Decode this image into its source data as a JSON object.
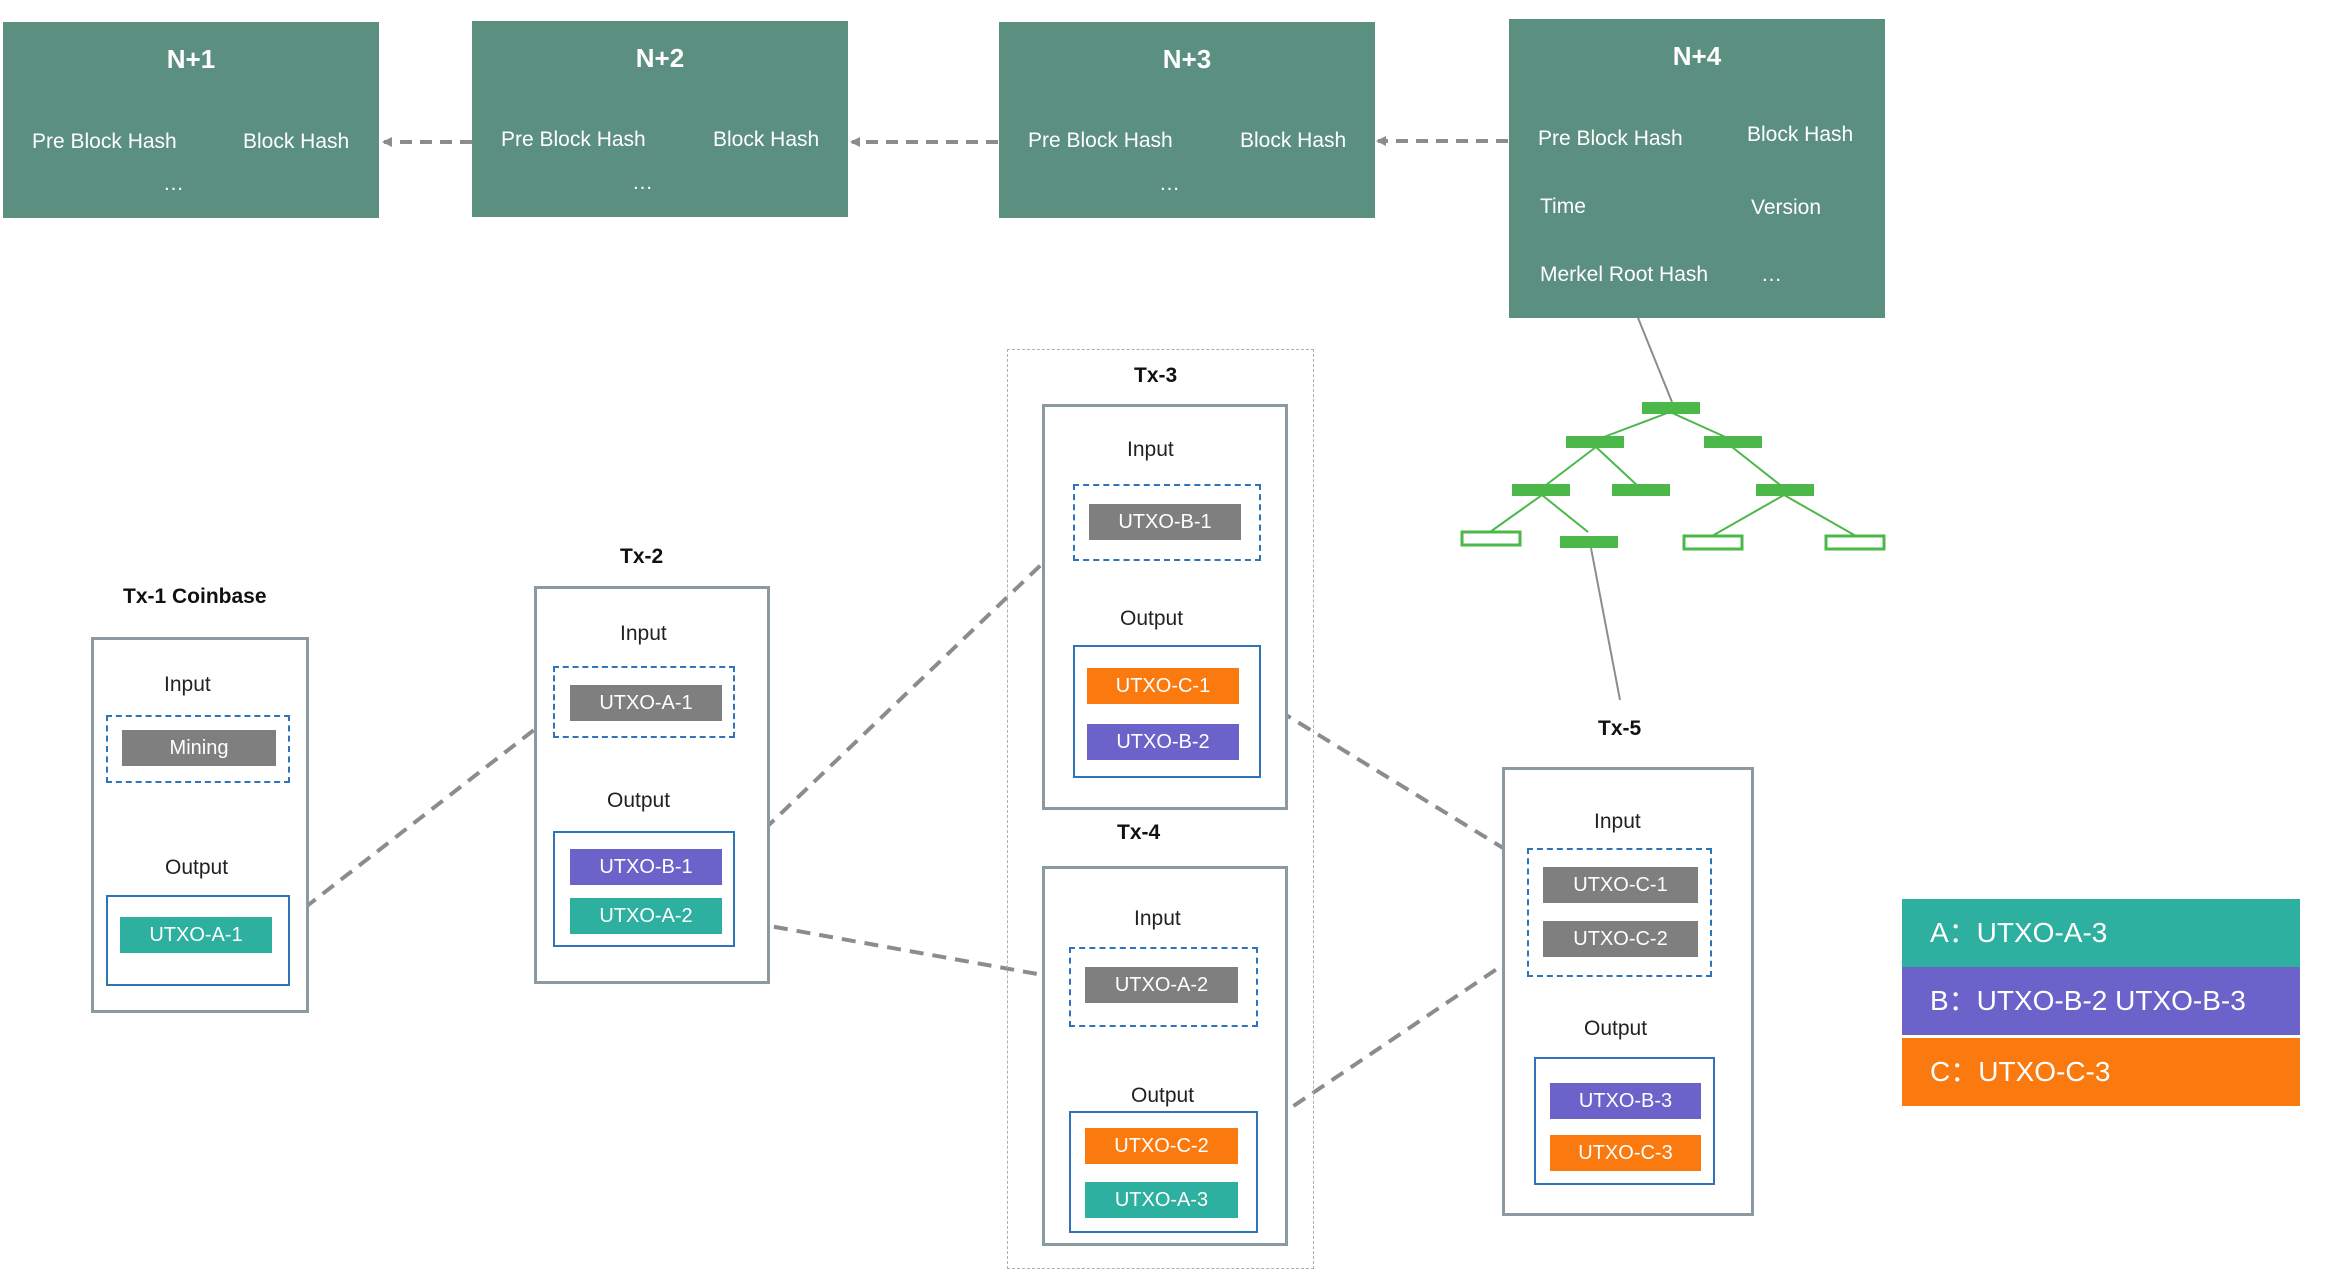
{
  "blocks": [
    {
      "id": "n1",
      "title": "N+1",
      "pre_hash": "Pre Block Hash",
      "hash": "Block Hash",
      "more": "…"
    },
    {
      "id": "n2",
      "title": "N+2",
      "pre_hash": "Pre Block Hash",
      "hash": "Block Hash",
      "more": "…"
    },
    {
      "id": "n3",
      "title": "N+3",
      "pre_hash": "Pre Block Hash",
      "hash": "Block Hash",
      "more": "…"
    },
    {
      "id": "n4",
      "title": "N+4",
      "pre_hash": "Pre Block Hash",
      "hash": "Block Hash",
      "time": "Time",
      "version": "Version",
      "merkle": "Merkel Root Hash",
      "more": "…"
    }
  ],
  "transactions": {
    "tx1": {
      "title": "Tx-1 Coinbase",
      "input_label": "Input",
      "output_label": "Output",
      "inputs": [
        "Mining"
      ],
      "outputs": [
        "UTXO-A-1"
      ]
    },
    "tx2": {
      "title": "Tx-2",
      "input_label": "Input",
      "output_label": "Output",
      "inputs": [
        "UTXO-A-1"
      ],
      "outputs": [
        "UTXO-B-1",
        "UTXO-A-2"
      ]
    },
    "tx3": {
      "title": "Tx-3",
      "input_label": "Input",
      "output_label": "Output",
      "inputs": [
        "UTXO-B-1"
      ],
      "outputs": [
        "UTXO-C-1",
        "UTXO-B-2"
      ]
    },
    "tx4": {
      "title": "Tx-4",
      "input_label": "Input",
      "output_label": "Output",
      "inputs": [
        "UTXO-A-2"
      ],
      "outputs": [
        "UTXO-C-2",
        "UTXO-A-3"
      ]
    },
    "tx5": {
      "title": "Tx-5",
      "input_label": "Input",
      "output_label": "Output",
      "inputs": [
        "UTXO-C-1",
        "UTXO-C-2"
      ],
      "outputs": [
        "UTXO-B-3",
        "UTXO-C-3"
      ]
    }
  },
  "legend": [
    {
      "text": "A：UTXO-A-3",
      "color": "#2db0a0"
    },
    {
      "text": "B：UTXO-B-2   UTXO-B-3",
      "color": "#6b63c9"
    },
    {
      "text": "C：UTXO-C-3",
      "color": "#fa7a10"
    }
  ],
  "colors": {
    "block": "#5b8f80",
    "gray": "#7f7f7f",
    "teal": "#2db0a0",
    "purple": "#6b63c9",
    "orange": "#fa7a10",
    "merkle": "#4cb84a",
    "box_border": "#2f73b8",
    "arrow": "#8c8c8c"
  }
}
